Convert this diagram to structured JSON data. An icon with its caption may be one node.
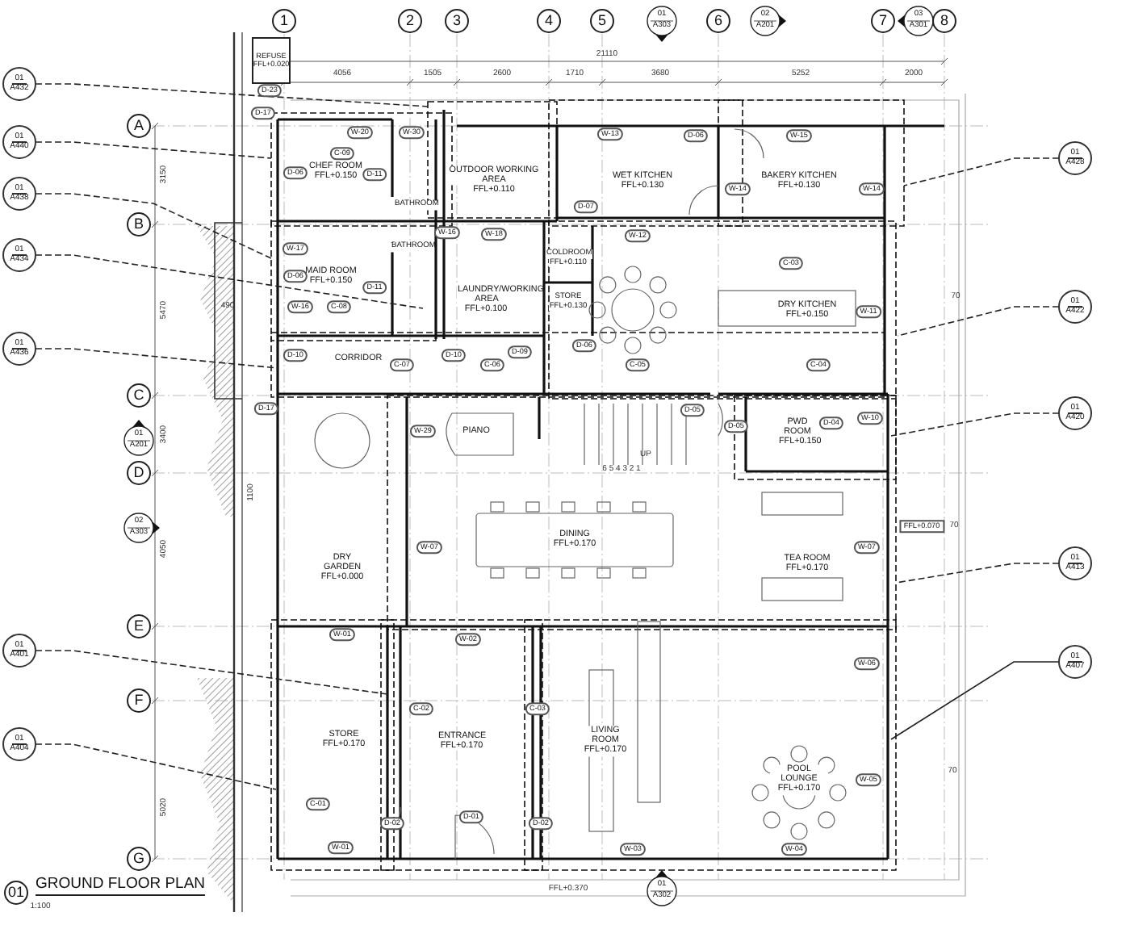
{
  "diagram": {
    "title": "GROUND FLOOR PLAN",
    "nodes": [
      {
        "text": [
          "REFUSE",
          "FFL+0.020"
        ]
      },
      {
        "text": [
          "CHEF ROOM",
          "FFL+0.150"
        ]
      },
      {
        "text": [
          "OUTDOOR WORKING AREA",
          "FFL+0.110"
        ]
      },
      {
        "text": [
          "WET KITCHEN",
          "FFL+0.130"
        ]
      },
      {
        "text": [
          "BAKERY KITCHEN",
          "FFL+0.130"
        ]
      },
      {
        "text": [
          "BATHROOM"
        ]
      },
      {
        "text": [
          "BATHROOM"
        ]
      },
      {
        "text": [
          "COLDROOM",
          "FFL+0.110"
        ]
      },
      {
        "text": [
          "MAID ROOM",
          "FFL+0.150"
        ]
      },
      {
        "text": [
          "STORE",
          "FFL+0.130"
        ]
      },
      {
        "text": [
          "LAUNDRY/WORKING AREA",
          "FFL+0.100"
        ]
      },
      {
        "text": [
          "DRY KITCHEN",
          "FFL+0.150"
        ]
      },
      {
        "text": [
          "CORRIDOR"
        ]
      },
      {
        "text": [
          "PWD ROOM",
          "FFL+0.150"
        ]
      },
      {
        "text": [
          "PIANO"
        ]
      },
      {
        "text": [
          "DINING",
          "FFL+0.170"
        ]
      },
      {
        "text": [
          "TEA ROOM",
          "FFL+0.170"
        ]
      },
      {
        "text": [
          "DRY GARDEN",
          "FFL+0.000"
        ]
      },
      {
        "text": [
          "STORE",
          "FFL+0.170"
        ]
      },
      {
        "text": [
          "ENTRANCE",
          "FFL+0.170"
        ]
      },
      {
        "text": [
          "LIVING ROOM",
          "FFL+0.170"
        ]
      },
      {
        "text": [
          "POOL LOUNGE",
          "FFL+0.170"
        ]
      },
      {
        "text": [
          "01",
          "A432"
        ]
      },
      {
        "text": [
          "01",
          "A440"
        ]
      },
      {
        "text": [
          "01",
          "A438"
        ]
      },
      {
        "text": [
          "01",
          "A434"
        ]
      },
      {
        "text": [
          "01",
          "A436"
        ]
      },
      {
        "text": [
          "01",
          "A401"
        ]
      },
      {
        "text": [
          "01",
          "A404"
        ]
      },
      {
        "text": [
          "01",
          "A428"
        ]
      },
      {
        "text": [
          "01",
          "A422"
        ]
      },
      {
        "text": [
          "01",
          "A420"
        ]
      },
      {
        "text": [
          "01",
          "A413"
        ]
      },
      {
        "text": [
          "01",
          "A407"
        ]
      }
    ],
    "edges": [
      {
        "from": 22,
        "to": null,
        "arrow": "none",
        "style": "dashed"
      },
      {
        "from": 23,
        "to": null,
        "arrow": "none",
        "style": "dashed"
      },
      {
        "from": 24,
        "to": null,
        "arrow": "none",
        "style": "dashed"
      },
      {
        "from": 25,
        "to": null,
        "arrow": "none",
        "style": "dashed"
      },
      {
        "from": 26,
        "to": null,
        "arrow": "none",
        "style": "dashed"
      },
      {
        "from": 27,
        "to": null,
        "arrow": "none",
        "style": "dashed"
      },
      {
        "from": 28,
        "to": null,
        "arrow": "none",
        "style": "dashed"
      },
      {
        "from": 29,
        "to": null,
        "arrow": "none",
        "style": "dashed"
      },
      {
        "from": 30,
        "to": null,
        "arrow": "none",
        "style": "dashed"
      },
      {
        "from": 31,
        "to": null,
        "arrow": "none",
        "style": "dashed"
      },
      {
        "from": 32,
        "to": null,
        "arrow": "none",
        "style": "dashed"
      },
      {
        "from": 33,
        "to": null,
        "arrow": "none"
      }
    ],
    "labels": [
      "1",
      "2",
      "3",
      "4",
      "5",
      "01",
      "A303",
      "6",
      "02",
      "A201",
      "7",
      "03",
      "A301",
      "8",
      "21110",
      "4056",
      "1505",
      "2600",
      "1710",
      "3680",
      "5252",
      "2000",
      "D-23",
      "D-17",
      "A",
      "W-20",
      "W-30",
      "W-13",
      "D-06",
      "W-15",
      "C-09",
      "D-06",
      "D-11",
      "W-14",
      "W-14",
      "D-07",
      "B",
      "W-16",
      "W-18",
      "W-12",
      "W-17",
      "C-03",
      "D-06",
      "D-11",
      "W-16",
      "C-08",
      "W-11",
      "D-06",
      "D-10",
      "C-07",
      "D-10",
      "C-06",
      "D-09",
      "C-05",
      "C-04",
      "C",
      "D-17",
      "D-05",
      "D-05",
      "D-04",
      "W-10",
      "W-29",
      "01",
      "A201",
      "UP",
      "6 5 4 3 2 1",
      "D",
      "02",
      "A303",
      "FFL+0.070",
      "70",
      "W-07",
      "W-07",
      "E",
      "W-01",
      "W-02",
      "W-06",
      "F",
      "C-02",
      "C-03",
      "W-05",
      "70",
      "C-01",
      "D-02",
      "D-01",
      "D-02",
      "W-01",
      "W-03",
      "W-04",
      "G",
      "01",
      "A302",
      "FFL+0.370",
      "3150",
      "5470",
      "3400",
      "4050",
      "5020",
      "490",
      "1100",
      "01",
      "1:100",
      "70"
    ]
  }
}
